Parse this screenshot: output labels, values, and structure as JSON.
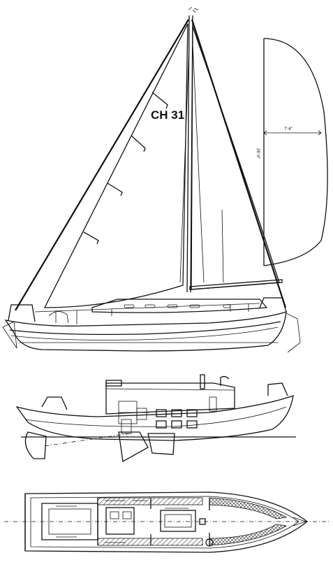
{
  "sail_plan": {
    "sail_number": "CH 31",
    "spinnaker_width_label": "7'-6\"",
    "spinnaker_luff_label": "26'-0\""
  },
  "profile_view": {},
  "deck_plan": {}
}
